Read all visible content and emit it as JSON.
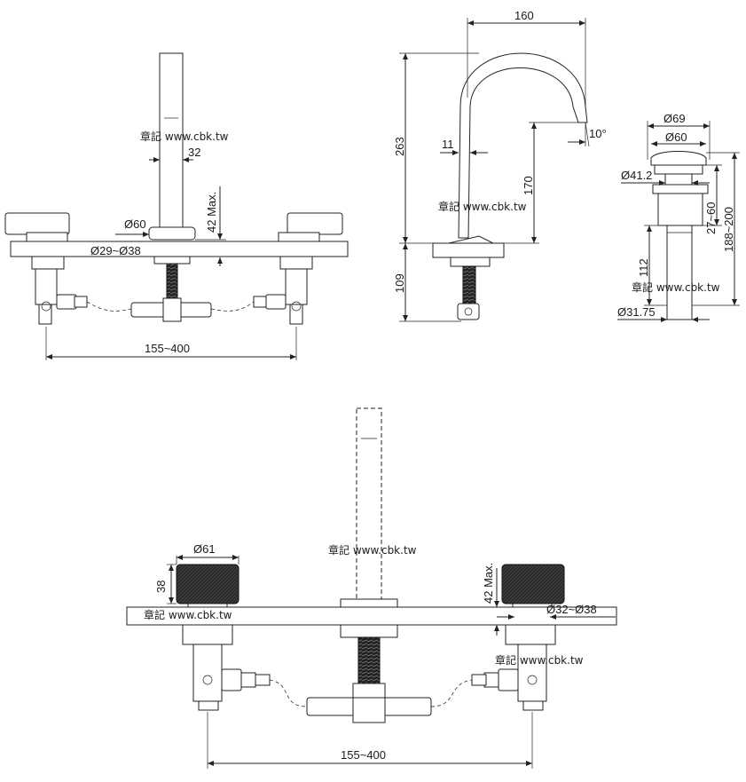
{
  "watermark": "章記 www.cbk.tw",
  "top_left": {
    "d_spout": "32",
    "d_plate": "Ø60",
    "d_hole": "Ø29~Ø38",
    "h_max": "42 Max.",
    "spacing": "155~400"
  },
  "top_middle": {
    "reach": "160",
    "height_total": "263",
    "d_neck": "11",
    "height_outlet": "170",
    "angle": "10°",
    "below_deck": "109"
  },
  "top_right": {
    "d_cap": "Ø69",
    "d_top": "Ø60",
    "d_body": "Ø41.2",
    "range_a": "27~60",
    "range_b": "188~200",
    "len_tail": "112",
    "d_tail": "Ø31.75"
  },
  "bottom": {
    "d_handle": "Ø61",
    "h_handle": "38",
    "h_max": "42 Max.",
    "d_hole": "Ø32~Ø38",
    "spacing": "155~400"
  },
  "colors": {
    "line": "#222222",
    "handle": "#2b2b2b",
    "background": "#ffffff"
  }
}
